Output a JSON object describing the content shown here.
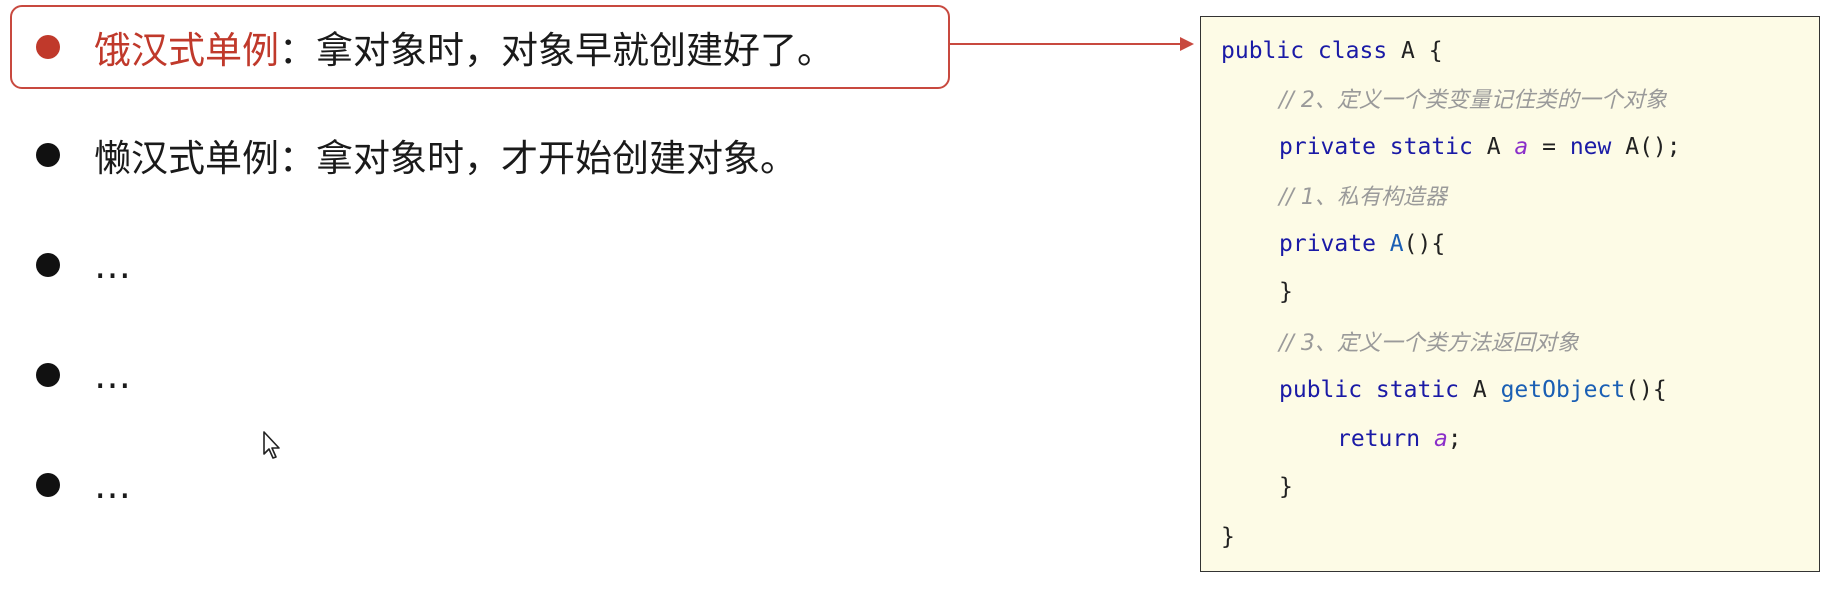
{
  "bullets": [
    {
      "term": "饿汉式单例",
      "rest": "：拿对象时，对象早就创建好了。"
    },
    {
      "text": "懒汉式单例：拿对象时，才开始创建对象。"
    },
    {
      "text": "…"
    },
    {
      "text": "…"
    },
    {
      "text": "…"
    }
  ],
  "code": {
    "line1": {
      "kw": "public class",
      "rest": " A {"
    },
    "line2": {
      "comment": "// 2、定义一个类变量记住类的一个对象"
    },
    "line3": {
      "kw1": "private static",
      "mid": " A ",
      "field": "a",
      "eq": " = ",
      "kw2": "new",
      "rest": " A();"
    },
    "line4": {
      "comment": "// 1、私有构造器"
    },
    "line5": {
      "kw": "private",
      "ctor": " A",
      "rest": "(){"
    },
    "line6": {
      "text": "}"
    },
    "line7": {
      "comment": "// 3、定义一个类方法返回对象"
    },
    "line8": {
      "kw": "public static",
      "mid": " A ",
      "method": "getObject",
      "rest": "(){"
    },
    "line9": {
      "kw": "return",
      "field": " a",
      "rest": ";"
    },
    "line10": {
      "text": "}"
    },
    "line11": {
      "text": "}"
    }
  },
  "colors": {
    "highlight": "#c0392b",
    "keyword": "#1a1aa6",
    "comment": "#9a9a9a",
    "field": "#8b2fc9",
    "code_bg": "#fdfbe6"
  }
}
